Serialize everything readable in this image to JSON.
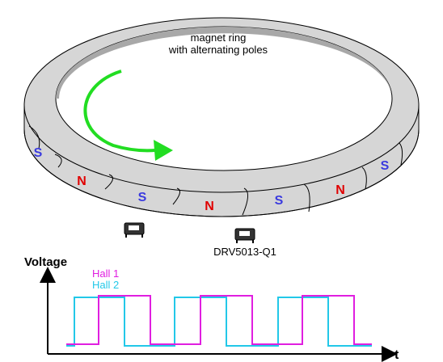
{
  "ring": {
    "caption_line1": "magnet ring",
    "caption_line2": "with alternating poles",
    "poles": [
      {
        "label": "S",
        "color": "#3a3adf"
      },
      {
        "label": "N",
        "color": "#e00000"
      },
      {
        "label": "S",
        "color": "#3a3adf"
      },
      {
        "label": "N",
        "color": "#e00000"
      },
      {
        "label": "S",
        "color": "#3a3adf"
      },
      {
        "label": "N",
        "color": "#e00000"
      },
      {
        "label": "S",
        "color": "#3a3adf"
      }
    ],
    "rotation_arrow_color": "#22dd22",
    "ring_fill": "#d6d6d6"
  },
  "sensors": {
    "sensor_label": "DRV5013-Q1",
    "icon": "hall-sensor-chip-icon"
  },
  "waveform": {
    "y_axis_label": "Voltage",
    "x_axis_label": "t",
    "series": [
      {
        "name": "Hall 1",
        "color": "#e01ee0"
      },
      {
        "name": "Hall 2",
        "color": "#22c8e8"
      }
    ]
  }
}
